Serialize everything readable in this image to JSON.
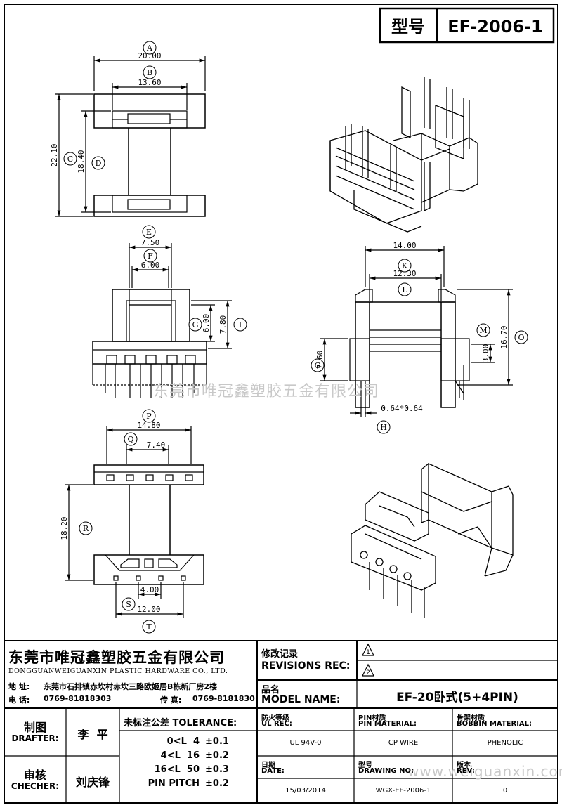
{
  "header": {
    "model_label": "型号",
    "model_number": "EF-2006-1"
  },
  "watermarks": {
    "center": "东莞市唯冠鑫塑胶五金有限公司",
    "bottom": "www.weiguanxin.com"
  },
  "dimensions": {
    "A": {
      "label": "A",
      "value": "20.00"
    },
    "B": {
      "label": "B",
      "value": "13.60"
    },
    "C": {
      "label": "C",
      "value": "22.10"
    },
    "D": {
      "label": "D",
      "value": "18.40"
    },
    "E": {
      "label": "E",
      "value": "7.50"
    },
    "F": {
      "label": "F",
      "value": "6.00"
    },
    "G": {
      "label": "G",
      "value": "6.00"
    },
    "I": {
      "label": "I",
      "value": "7.80"
    },
    "K": {
      "label": "K",
      "value": "14.00"
    },
    "L": {
      "label": "L",
      "value": "12.30"
    },
    "M": {
      "label": "M",
      "value": "3.00"
    },
    "O": {
      "label": "O",
      "value": "16.70"
    },
    "G2": {
      "label": "G",
      "value": "7.60"
    },
    "H": {
      "label": "H",
      "value": "0.64*0.64"
    },
    "P": {
      "label": "P",
      "value": "14.80"
    },
    "Q": {
      "label": "Q",
      "value": "7.40"
    },
    "R": {
      "label": "R",
      "value": "18.20"
    },
    "S": {
      "label": "S",
      "value": "4.00"
    },
    "T": {
      "label": "T",
      "value": "12.00"
    }
  },
  "company": {
    "name_cn": "东莞市唯冠鑫塑胶五金有限公司",
    "name_en": "DONGGUANWEIGUANXIN PLASTIC HARDWARE CO., LTD.",
    "address_label": "地  址:",
    "address": "东莞市石排镇赤坎村赤坎三路欧姬居B栋新厂房2楼",
    "phone_label": "电  话:",
    "phone": "0769-81818303",
    "fax_label": "传  真:",
    "fax": "0769-8181830"
  },
  "revisions": {
    "label_cn": "修改记录",
    "label_en": "REVISIONS REC:",
    "rev1": "1",
    "rev2": "2"
  },
  "model_name": {
    "label_cn": "品名",
    "label_en": "MODEL NAME:",
    "value": "EF-20卧式(5+4PIN)"
  },
  "drafter": {
    "label_cn": "制图",
    "label_en": "DRAFTER:",
    "name": "李  平"
  },
  "checker": {
    "label_cn": "审核",
    "label_en": "CHECHER:",
    "name": "刘庆锋"
  },
  "tolerance": {
    "title": "未标注公差 TOLERANCE:",
    "rows": [
      {
        "range": "0<L  4",
        "value": "±0.1"
      },
      {
        "range": "4<L  16",
        "value": "±0.2"
      },
      {
        "range": "16<L  50",
        "value": "±0.3"
      },
      {
        "range": "PIN PITCH",
        "value": "±0.2"
      }
    ]
  },
  "specs": {
    "ul": {
      "label_cn": "防火等级",
      "label_en": "UL REC:",
      "value": "UL 94V-0"
    },
    "pin": {
      "label_cn": "PIN材质",
      "label_en": "PIN MATERIAL:",
      "value": "CP WIRE"
    },
    "bobbin": {
      "label_cn": "骨架材质",
      "label_en": "BOBBIN MATERIAL:",
      "value": "PHENOLIC"
    },
    "date": {
      "label_cn": "日期",
      "label_en": "DATE:",
      "value": "15/03/2014"
    },
    "drawing": {
      "label_cn": "型号",
      "label_en": "DRAWING NO:",
      "value": "WGX-EF-2006-1"
    },
    "rev": {
      "label_cn": "版本",
      "label_en": "REV:",
      "value": "0"
    }
  }
}
